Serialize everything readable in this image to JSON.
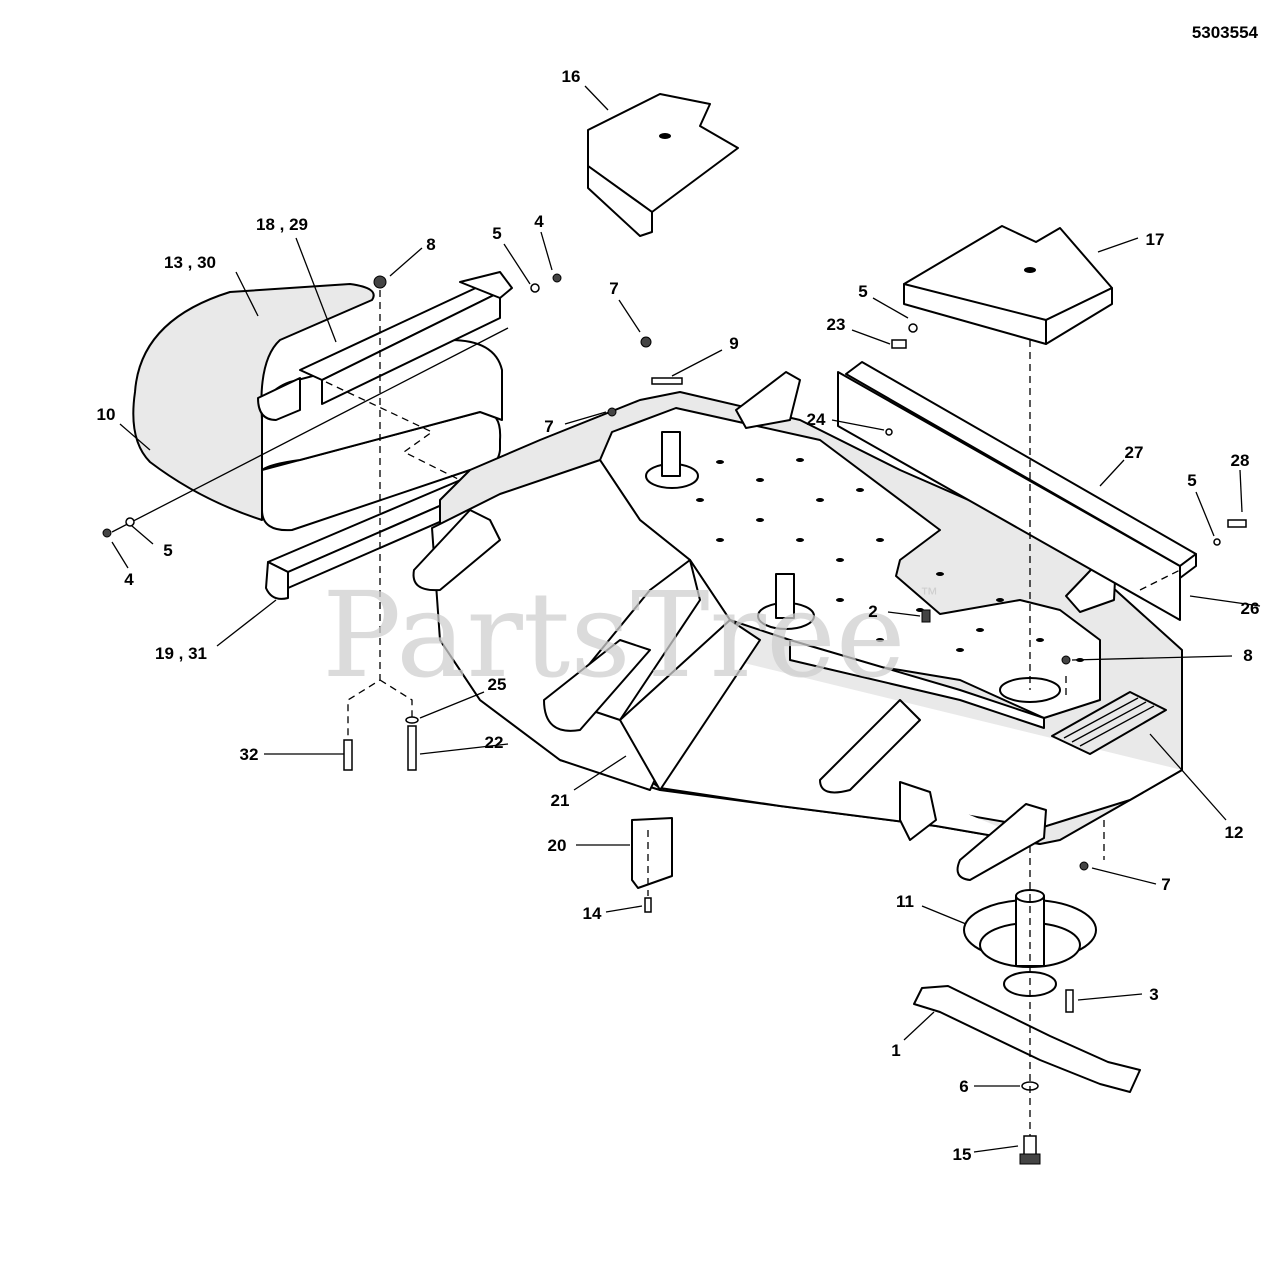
{
  "document_number": "5303554",
  "watermark": {
    "text": "PartsTree",
    "trademark": "™"
  },
  "callouts": {
    "c1": "1",
    "c2": "2",
    "c3": "3",
    "c4a": "4",
    "c4b": "4",
    "c5a": "5",
    "c5b": "5",
    "c5c": "5",
    "c5d": "5",
    "c6": "6",
    "c7a": "7",
    "c7b": "7",
    "c7c": "7",
    "c8a": "8",
    "c8b": "8",
    "c9": "9",
    "c10": "10",
    "c11": "11",
    "c12": "12",
    "c13_30": "13 , 30",
    "c14": "14",
    "c15": "15",
    "c16": "16",
    "c17": "17",
    "c18_29": "18 , 29",
    "c19_31": "19 , 31",
    "c20": "20",
    "c21": "21",
    "c22": "22",
    "c23": "23",
    "c24": "24",
    "c25": "25",
    "c26": "26",
    "c27": "27",
    "c28": "28",
    "c32": "32"
  }
}
